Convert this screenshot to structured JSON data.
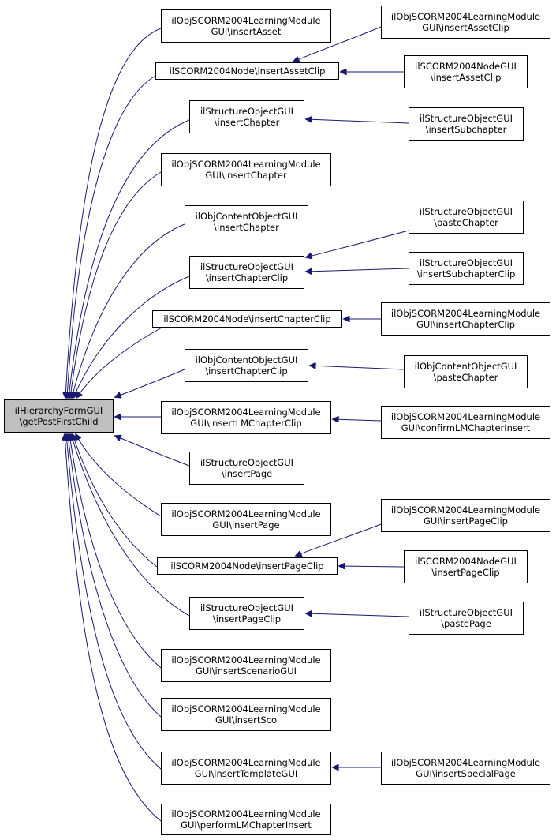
{
  "colors": {
    "edge": "#191970",
    "root_fill": "#bfbfbf",
    "node_border": "#000000",
    "node_fill": "#ffffff"
  },
  "root": {
    "line1": "ilHierarchyFormGUI",
    "line2": "\\getPostFirstChild"
  },
  "nodes": {
    "insertAsset": {
      "line1": "ilObjSCORM2004LearningModule",
      "line2": "GUI\\insertAsset"
    },
    "nodeInsertAssetClip": {
      "line1": "ilSCORM2004Node\\insertAssetClip",
      "line2": ""
    },
    "structInsertChapter": {
      "line1": "ilStructureObjectGUI",
      "line2": "\\insertChapter"
    },
    "lmInsertChapter": {
      "line1": "ilObjSCORM2004LearningModule",
      "line2": "GUI\\insertChapter"
    },
    "contentInsertChapter": {
      "line1": "ilObjContentObjectGUI",
      "line2": "\\insertChapter"
    },
    "structInsertChapterClip": {
      "line1": "ilStructureObjectGUI",
      "line2": "\\insertChapterClip"
    },
    "nodeInsertChapterClip": {
      "line1": "ilSCORM2004Node\\insertChapterClip",
      "line2": ""
    },
    "contentInsertChapterClip": {
      "line1": "ilObjContentObjectGUI",
      "line2": "\\insertChapterClip"
    },
    "lmInsertLMChapterClip": {
      "line1": "ilObjSCORM2004LearningModule",
      "line2": "GUI\\insertLMChapterClip"
    },
    "structInsertPage": {
      "line1": "ilStructureObjectGUI",
      "line2": "\\insertPage"
    },
    "lmInsertPage": {
      "line1": "ilObjSCORM2004LearningModule",
      "line2": "GUI\\insertPage"
    },
    "nodeInsertPageClip": {
      "line1": "ilSCORM2004Node\\insertPageClip",
      "line2": ""
    },
    "structInsertPageClip": {
      "line1": "ilStructureObjectGUI",
      "line2": "\\insertPageClip"
    },
    "lmInsertScenarioGUI": {
      "line1": "ilObjSCORM2004LearningModule",
      "line2": "GUI\\insertScenarioGUI"
    },
    "lmInsertSco": {
      "line1": "ilObjSCORM2004LearningModule",
      "line2": "GUI\\insertSco"
    },
    "lmInsertTemplateGUI": {
      "line1": "ilObjSCORM2004LearningModule",
      "line2": "GUI\\insertTemplateGUI"
    },
    "lmPerformLMChapterInsert": {
      "line1": "ilObjSCORM2004LearningModule",
      "line2": "GUI\\performLMChapterInsert"
    },
    "lmInsertAssetClip": {
      "line1": "ilObjSCORM2004LearningModule",
      "line2": "GUI\\insertAssetClip"
    },
    "nodeGuiInsertAssetClip": {
      "line1": "ilSCORM2004NodeGUI",
      "line2": "\\insertAssetClip"
    },
    "structInsertSubchapter": {
      "line1": "ilStructureObjectGUI",
      "line2": "\\insertSubchapter"
    },
    "structPasteChapter": {
      "line1": "ilStructureObjectGUI",
      "line2": "\\pasteChapter"
    },
    "structInsertSubchapterClip": {
      "line1": "ilStructureObjectGUI",
      "line2": "\\insertSubchapterClip"
    },
    "lmInsertChapterClip": {
      "line1": "ilObjSCORM2004LearningModule",
      "line2": "GUI\\insertChapterClip"
    },
    "contentPasteChapter": {
      "line1": "ilObjContentObjectGUI",
      "line2": "\\pasteChapter"
    },
    "lmConfirmLMChapterInsert": {
      "line1": "ilObjSCORM2004LearningModule",
      "line2": "GUI\\confirmLMChapterInsert"
    },
    "lmInsertPageClip": {
      "line1": "ilObjSCORM2004LearningModule",
      "line2": "GUI\\insertPageClip"
    },
    "nodeGuiInsertPageClip": {
      "line1": "ilSCORM2004NodeGUI",
      "line2": "\\insertPageClip"
    },
    "structPastePage": {
      "line1": "ilStructureObjectGUI",
      "line2": "\\pastePage"
    },
    "lmInsertSpecialPage": {
      "line1": "ilObjSCORM2004LearningModule",
      "line2": "GUI\\insertSpecialPage"
    }
  }
}
